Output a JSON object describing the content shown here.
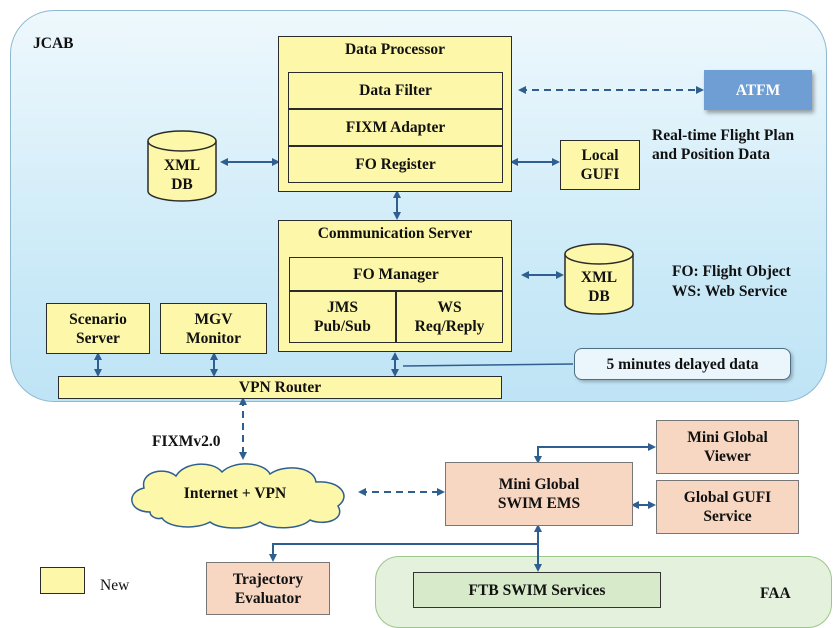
{
  "regions": {
    "jcab": "JCAB",
    "faa": "FAA"
  },
  "data_processor": {
    "title": "Data Processor",
    "data_filter": "Data Filter",
    "fixm_adapter": "FIXM Adapter",
    "fo_register": "FO Register"
  },
  "communication_server": {
    "title": "Communication Server",
    "fo_manager": "FO Manager",
    "jms": "JMS\nPub/Sub",
    "ws": "WS\nReq/Reply"
  },
  "xml_db": "XML\nDB",
  "local_gufi": "Local\nGUFI",
  "atfm": "ATFM",
  "realtime_note": "Real-time Flight Plan\nand Position Data",
  "abbreviations": [
    "FO: Flight Object",
    "WS: Web Service"
  ],
  "scenario_server": "Scenario\nServer",
  "mgv_monitor": "MGV\nMonitor",
  "delayed_note": "5 minutes delayed data",
  "vpn_router": "VPN Router",
  "fixm_version": "FIXMv2.0",
  "internet_vpn": "Internet + VPN",
  "mini_global_swim_ems": "Mini Global\nSWIM EMS",
  "mini_global_viewer": "Mini Global\nViewer",
  "global_gufi_service": "Global GUFI\nService",
  "trajectory_evaluator": "Trajectory\nEvaluator",
  "ftb_swim_services": "FTB SWIM Services",
  "legend": {
    "new_label": "New"
  },
  "colors": {
    "new": "#fdf7a9",
    "external": "#f7d6c2",
    "atfm": "#6e9ed3",
    "jcab_region": "#c9e9f7",
    "faa_region": "#e4f1dc",
    "connector": "#2f5f91"
  }
}
